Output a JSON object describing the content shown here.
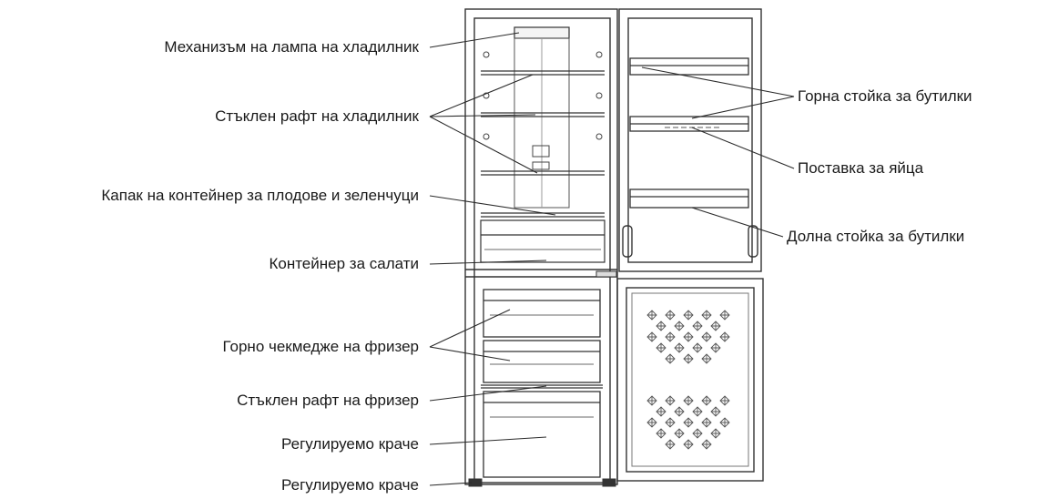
{
  "labels_left": [
    "Механизъм на лампа на хладилник",
    "Стъклен рафт на хладилник",
    "Капак на контейнер за плодове и зеленчуци",
    "Контейнер за салати",
    "Горно чекмедже на фризер",
    "Стъклен рафт на фризер",
    "Регулируемо краче",
    "Регулируемо краче"
  ],
  "labels_right": [
    "Горна стойка за бутилки",
    "Поставка за яйца",
    "Долна стойка за бутилки"
  ],
  "colors": {
    "line": "#2b2b2b",
    "text": "#1a1a1a",
    "background": "#ffffff"
  }
}
